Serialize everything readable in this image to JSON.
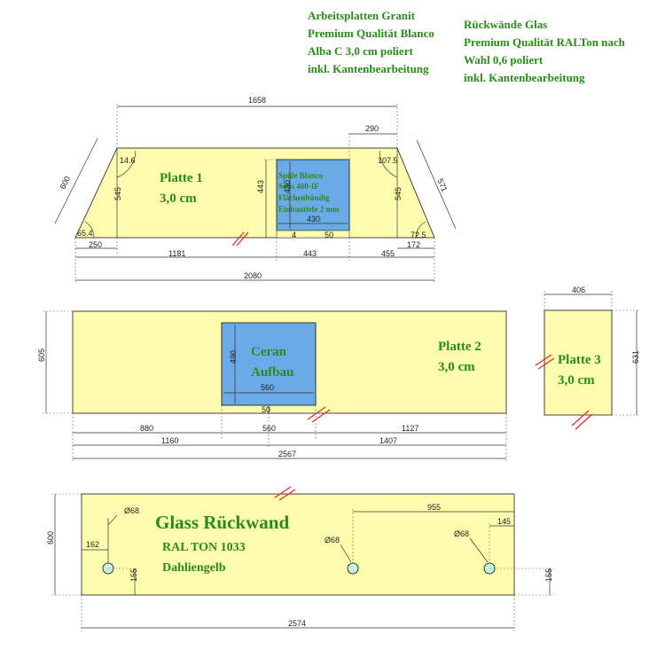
{
  "notes": {
    "countertop": [
      "Arbeitsplatten Granit",
      "Premium Qualität Blanco",
      "Alba C 3,0 cm poliert",
      "inkl. Kantenbearbeitung"
    ],
    "backwall": [
      "Rückwände Glas",
      "Premium Qualität RALTon nach",
      "Wahl 0,6 poliert",
      "inkl. Kantenbearbeitung"
    ]
  },
  "plate1": {
    "name": "Platte 1",
    "thickness": "3,0 cm",
    "angles": [
      "14.6",
      "107.5",
      "65.4",
      "72.5"
    ],
    "dims": {
      "top": "1658",
      "top_right": "290",
      "left_slant": "600",
      "right_slant": "571",
      "height_left": "545",
      "height_right": "545",
      "cut_height": "443",
      "cut_inner_h": "430",
      "cut_inner_w": "430",
      "small_a": "4",
      "small_b": "50",
      "bottom_left": "250",
      "bottom_right": "172",
      "seg_1": "1181",
      "seg_2": "443",
      "seg_3": "455",
      "total": "2080"
    },
    "sink": [
      "Spüle Blanco",
      "Solis 400-IF",
      "Flächenbündig",
      "Einbautiefe 2 mm"
    ]
  },
  "plate2": {
    "name": "Platte 2",
    "thickness": "3,0 cm",
    "cooktop": [
      "Ceran",
      "Aufbau"
    ],
    "dims": {
      "height": "605",
      "cut_h": "490",
      "cut_w": "560",
      "small": "50",
      "row1": [
        "880",
        "560",
        "1127"
      ],
      "row2": [
        "1160",
        "1407"
      ],
      "total": "2567"
    }
  },
  "plate3": {
    "name": "Platte 3",
    "thickness": "3,0 cm",
    "dims": {
      "width": "406",
      "height": "631"
    }
  },
  "backwall": {
    "title": "Glass Rückwand",
    "ral": "RAL TON 1033",
    "color": "Dahliengelb",
    "dims": {
      "height": "600",
      "hole_dia": "Ø68",
      "left_off": "162",
      "hole_h_left": "155",
      "hole_h_right": "155",
      "span": "955",
      "right_off": "145",
      "total": "2574"
    }
  },
  "colors": {
    "plate": "#fdfdad",
    "cutout": "#6aaae8",
    "text": "#2a8a1c",
    "mark": "#e0302c"
  }
}
